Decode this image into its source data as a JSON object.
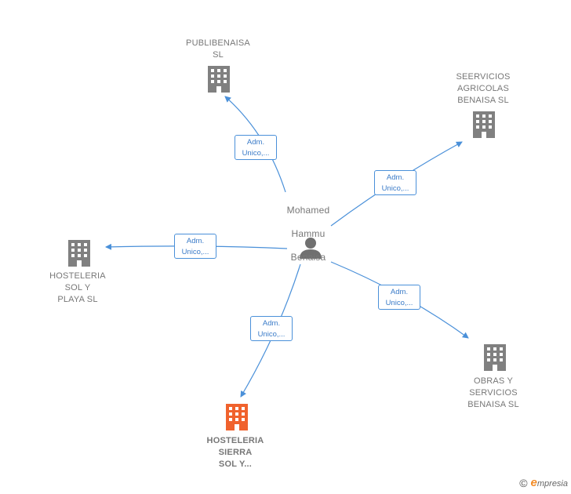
{
  "center": {
    "name_lines": [
      "Mohamed",
      "Hammu",
      "Benaisa"
    ],
    "icon": "person-icon"
  },
  "companies": [
    {
      "id": "publibenaisa",
      "label": "PUBLIBENAISA\nSL",
      "icon": "building-icon",
      "highlight": false
    },
    {
      "id": "seervicios",
      "label": "SEERVICIOS\nAGRICOLAS\nBENAISA  SL",
      "icon": "building-icon",
      "highlight": false
    },
    {
      "id": "hosteleria-sol",
      "label": "HOSTELERIA\nSOL Y\nPLAYA  SL",
      "icon": "building-icon",
      "highlight": false
    },
    {
      "id": "obras",
      "label": "OBRAS Y\nSERVICIOS\nBENAISA  SL",
      "icon": "building-icon",
      "highlight": false
    },
    {
      "id": "hosteleria-sierra",
      "label": "HOSTELERIA\nSIERRA\nSOL Y...",
      "icon": "building-icon",
      "highlight": true
    }
  ],
  "edges": [
    {
      "to": "publibenaisa",
      "line1": "Adm.",
      "line2": "Unico,..."
    },
    {
      "to": "seervicios",
      "line1": "Adm.",
      "line2": "Unico,..."
    },
    {
      "to": "hosteleria-sol",
      "line1": "Adm.",
      "line2": "Unico,..."
    },
    {
      "to": "obras",
      "line1": "Adm.",
      "line2": "Unico,..."
    },
    {
      "to": "hosteleria-sierra",
      "line1": "Adm.",
      "line2": "Unico,..."
    }
  ],
  "colors": {
    "edge": "#4a90d9",
    "building": "#808080",
    "building_highlight": "#f0622d",
    "person": "#707070"
  },
  "watermark": {
    "copyright": "©",
    "brand_initial": "e",
    "brand_rest": "mpresia"
  }
}
